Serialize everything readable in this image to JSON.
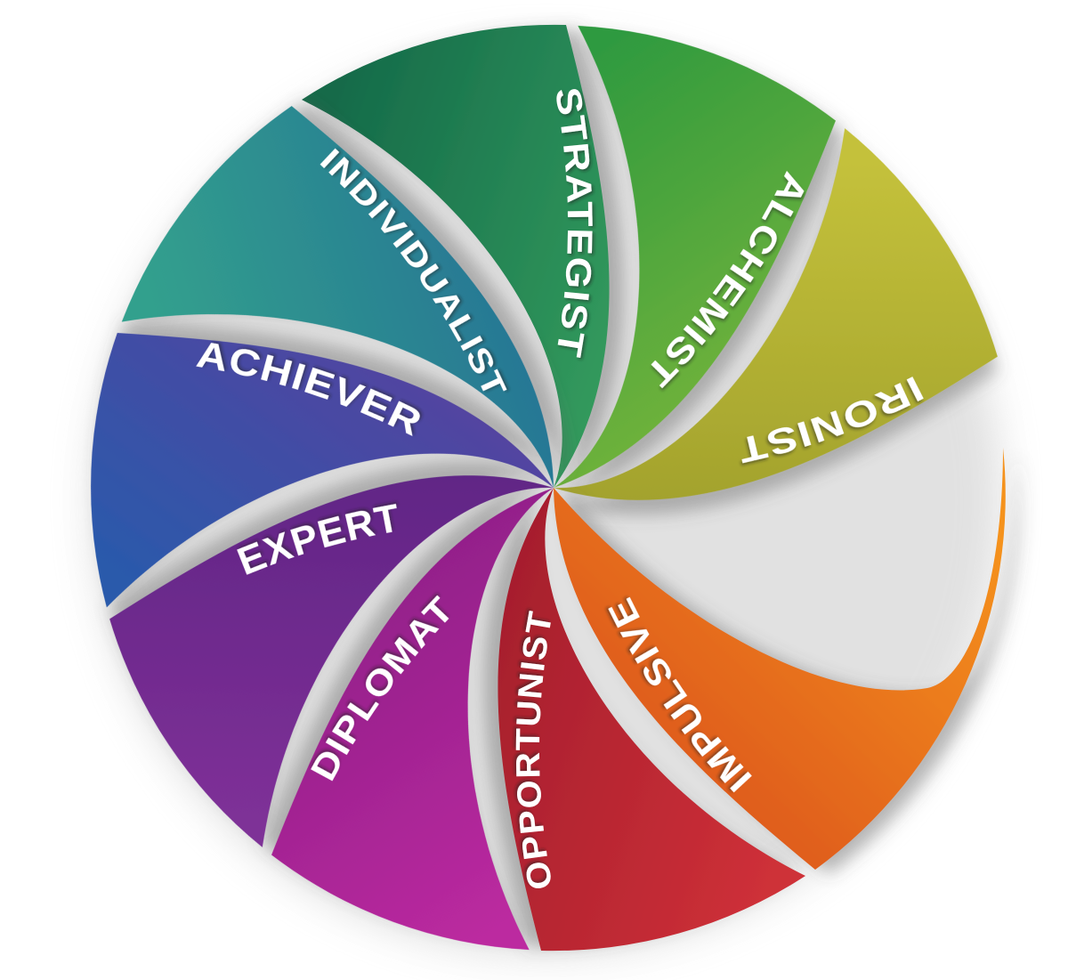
{
  "diagram": {
    "title": "Leadership development action-logic swirl wheel",
    "background_color": "#ffffff",
    "label_color": "#ffffff",
    "empty_slot_angle_deg": 108,
    "segments": [
      {
        "label": "STRATEGIST",
        "angle_deg": 0,
        "color_main": "#156b4a",
        "color_edge": "#38a360"
      },
      {
        "label": "ALCHEMIST",
        "angle_deg": 36,
        "color_main": "#2f9a3f",
        "color_edge": "#7ab63a"
      },
      {
        "label": "IRONIST",
        "angle_deg": 72,
        "color_main": "#c4c13b",
        "color_edge": "#9c9c2a"
      },
      {
        "label": "IMPULSIVE",
        "angle_deg": 144,
        "color_main": "#f5921e",
        "color_edge": "#d94e1c"
      },
      {
        "label": "OPPORTUNIST",
        "angle_deg": 180,
        "color_main": "#ce3038",
        "color_edge": "#9e1b2b"
      },
      {
        "label": "DIPLOMAT",
        "angle_deg": 216,
        "color_main": "#bc2aa0",
        "color_edge": "#8b1d86"
      },
      {
        "label": "EXPERT",
        "angle_deg": 252,
        "color_main": "#7e3097",
        "color_edge": "#5b2382"
      },
      {
        "label": "ACHIEVER",
        "angle_deg": 288,
        "color_main": "#2a5aab",
        "color_edge": "#5b3f9e"
      },
      {
        "label": "INDIVIDUALIST",
        "angle_deg": 324,
        "color_main": "#32a08d",
        "color_edge": "#256f96"
      }
    ]
  }
}
